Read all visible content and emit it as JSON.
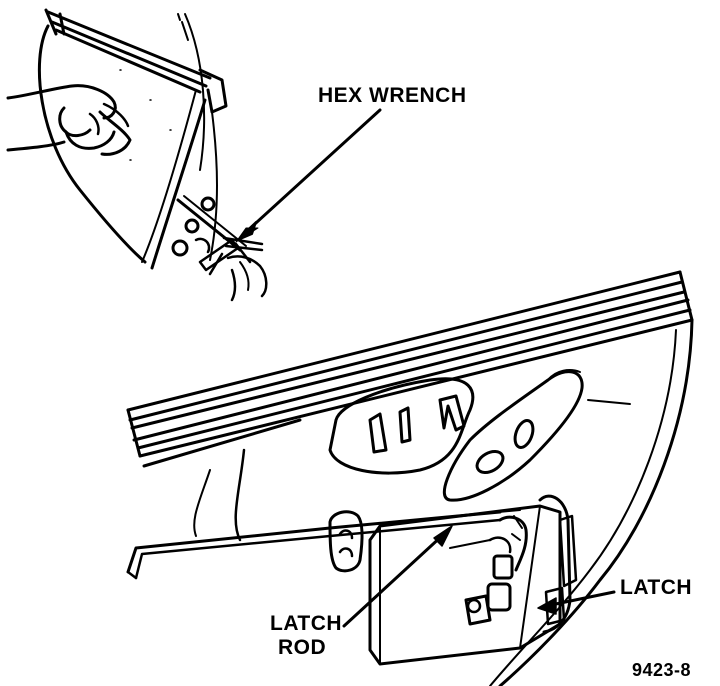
{
  "labels": {
    "hex_wrench": "HEX WRENCH",
    "latch": "LATCH",
    "latch_rod_line1": "LATCH",
    "latch_rod_line2": "ROD",
    "figure_number": "9423-8"
  },
  "colors": {
    "ink": "#000000",
    "paper": "#ffffff"
  }
}
